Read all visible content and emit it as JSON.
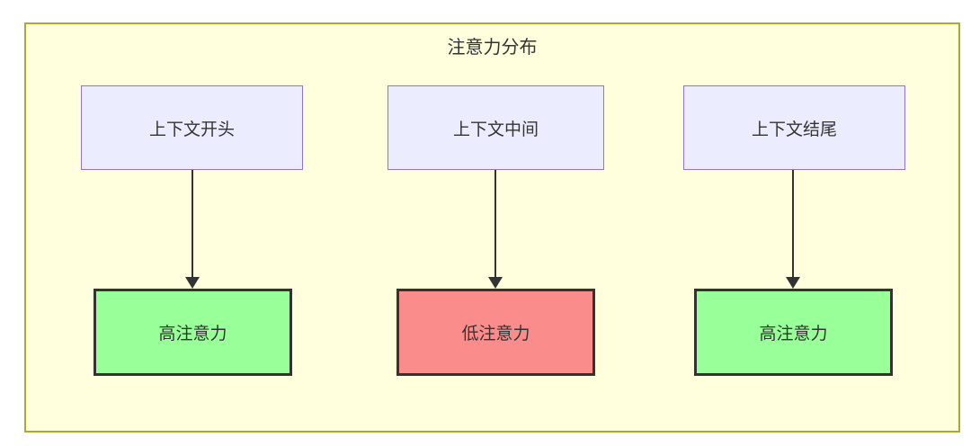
{
  "diagram": {
    "title": "注意力分布",
    "top_nodes": [
      {
        "label": "上下文开头"
      },
      {
        "label": "上下文中间"
      },
      {
        "label": "上下文结尾"
      }
    ],
    "bottom_nodes": [
      {
        "label": "高注意力",
        "level": "high"
      },
      {
        "label": "低注意力",
        "level": "low"
      },
      {
        "label": "高注意力",
        "level": "high"
      }
    ],
    "edges": [
      {
        "from": "上下文开头",
        "to": "高注意力"
      },
      {
        "from": "上下文中间",
        "to": "低注意力"
      },
      {
        "from": "上下文结尾",
        "to": "高注意力"
      }
    ],
    "colors": {
      "cluster_bg": "#ffffde",
      "cluster_border": "#aaaa33",
      "context_node_bg": "#ECECFF",
      "context_node_border": "#9370DB",
      "high_attention_bg": "#99FF99",
      "low_attention_bg": "#FB8C8C",
      "attention_node_border": "#333333",
      "arrow_color": "#333333",
      "text_color": "#333333"
    }
  }
}
